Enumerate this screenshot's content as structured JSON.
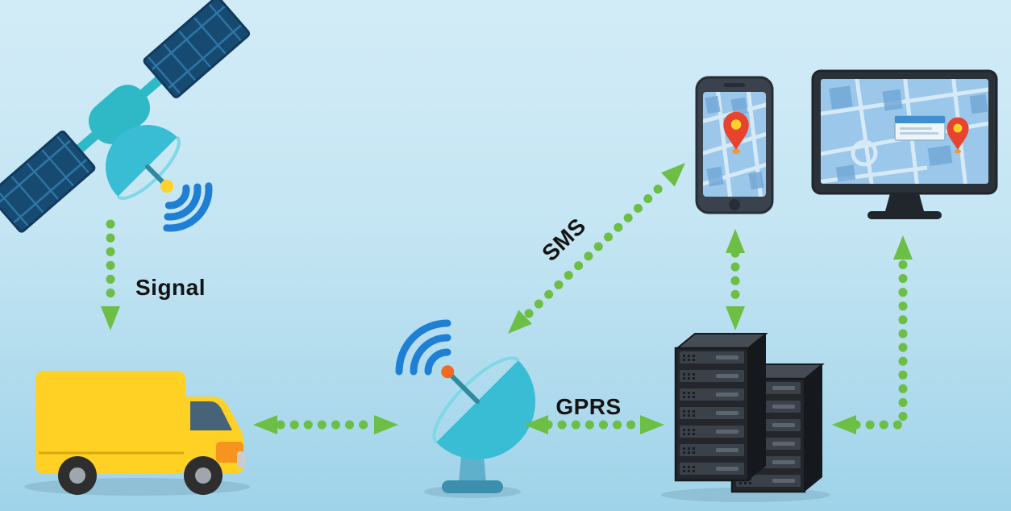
{
  "labels": {
    "signal": "Signal",
    "sms": "SMS",
    "gprs": "GPRS"
  },
  "icons": [
    "satellite-icon",
    "satellite-dish-icon",
    "signal-waves-icon",
    "van-icon",
    "antenna-dish-icon",
    "smartphone-icon",
    "monitor-icon",
    "server-rack-icon",
    "location-pin-icon",
    "map-popup-window"
  ],
  "diagram": {
    "type": "network-flow",
    "nodes": [
      "satellite",
      "van",
      "ground-antenna",
      "smartphone",
      "monitor",
      "server"
    ],
    "connections": [
      {
        "from": "satellite",
        "to": "van",
        "label": "Signal",
        "style": "dotted-green-arrow",
        "direction": "one-way"
      },
      {
        "from": "van",
        "to": "ground-antenna",
        "label": "",
        "style": "dotted-green-arrow",
        "direction": "two-way"
      },
      {
        "from": "ground-antenna",
        "to": "smartphone",
        "label": "SMS",
        "style": "dotted-green-arrow",
        "direction": "two-way"
      },
      {
        "from": "ground-antenna",
        "to": "server",
        "label": "GPRS",
        "style": "dotted-green-arrow",
        "direction": "two-way"
      },
      {
        "from": "smartphone",
        "to": "server",
        "label": "",
        "style": "dotted-green-arrow",
        "direction": "two-way"
      },
      {
        "from": "server",
        "to": "monitor",
        "label": "",
        "style": "dotted-green-arrow",
        "direction": "two-way"
      }
    ]
  },
  "colors": {
    "bg_top": "#d2ecf7",
    "bg_bottom": "#9fd3e9",
    "arrow_green": "#6cbe44",
    "label_text": "#141414",
    "satellite_teal": "#2fb9c6",
    "panel_navy": "#174a70",
    "panel_grid": "#2f77a8",
    "wave_blue": "#1e7fd4",
    "van_yellow": "#ffd125",
    "van_orange": "#f7941d",
    "window_blue": "#47637a",
    "dish_teal": "#38bdd4",
    "stand_blue": "#5fb0cb",
    "base_blue": "#3d8fae",
    "map_blue": "#9ac7ea",
    "road_light": "#d6e9f7",
    "block_blue": "#6fa6d6",
    "pin_red": "#e8432e",
    "pin_yellow": "#ffd12b",
    "device_dark": "#39424d",
    "monitor_dark": "#2b3138",
    "server_dark": "#23272c",
    "server_slot": "#3a4149",
    "orange_dot": "#f26a21"
  }
}
